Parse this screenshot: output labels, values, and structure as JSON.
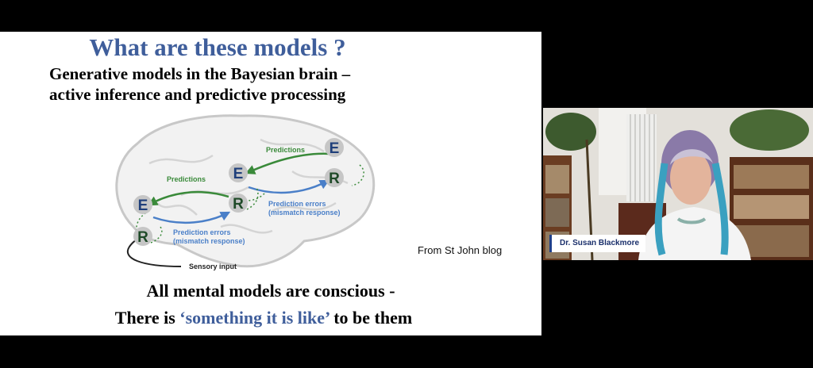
{
  "slide": {
    "title": "What are these models ?",
    "subtitle_line1": "Generative models in the Bayesian brain –",
    "subtitle_line2": "active inference and predictive processing",
    "credit": "From  St John blog",
    "bottom_line1": "All mental models are conscious -",
    "bottom_line2_before": "There is ",
    "bottom_line2_highlight": "‘something it is like’",
    "bottom_line2_after": " to be them",
    "diagram": {
      "node_e": "E",
      "node_r": "R",
      "predictions_label": "Predictions",
      "prediction_errors_label": "Prediction errors",
      "mismatch_label": "(mismatch response)",
      "sensory_input_label": "Sensory input"
    }
  },
  "video": {
    "speaker_name": "Dr. Susan Blackmore"
  },
  "colors": {
    "title_blue": "#3f5e9b",
    "prediction_green": "#3a8a3a",
    "error_blue": "#4a7fc8"
  }
}
